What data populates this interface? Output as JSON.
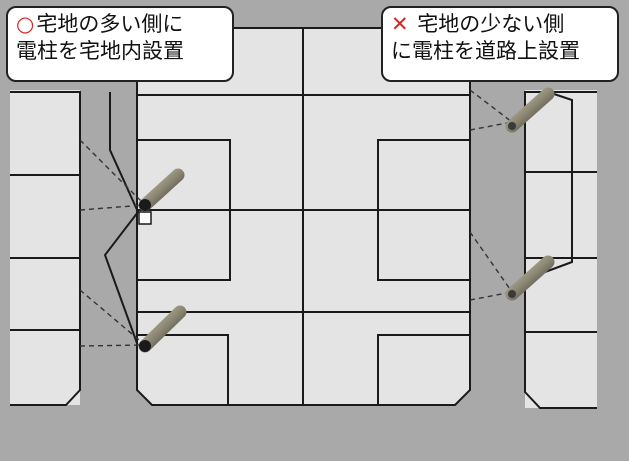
{
  "callouts": {
    "good": {
      "symbol": "○",
      "symbol_color": "#d8262a",
      "line1": "宅地の多い側に",
      "line2": "電柱を宅地内設置"
    },
    "bad": {
      "symbol": "✕",
      "symbol_color": "#d8262a",
      "line1": "宅地の少ない側",
      "line2": "に電柱を道路上設置"
    }
  },
  "colors": {
    "road": "#a9a9a9",
    "lot": "#e4e4e4",
    "line": "#1a1a1a",
    "pole": "#8a8672",
    "pole_dark": "#2f2f2f"
  },
  "icons": [
    "utility-pole-icon"
  ]
}
